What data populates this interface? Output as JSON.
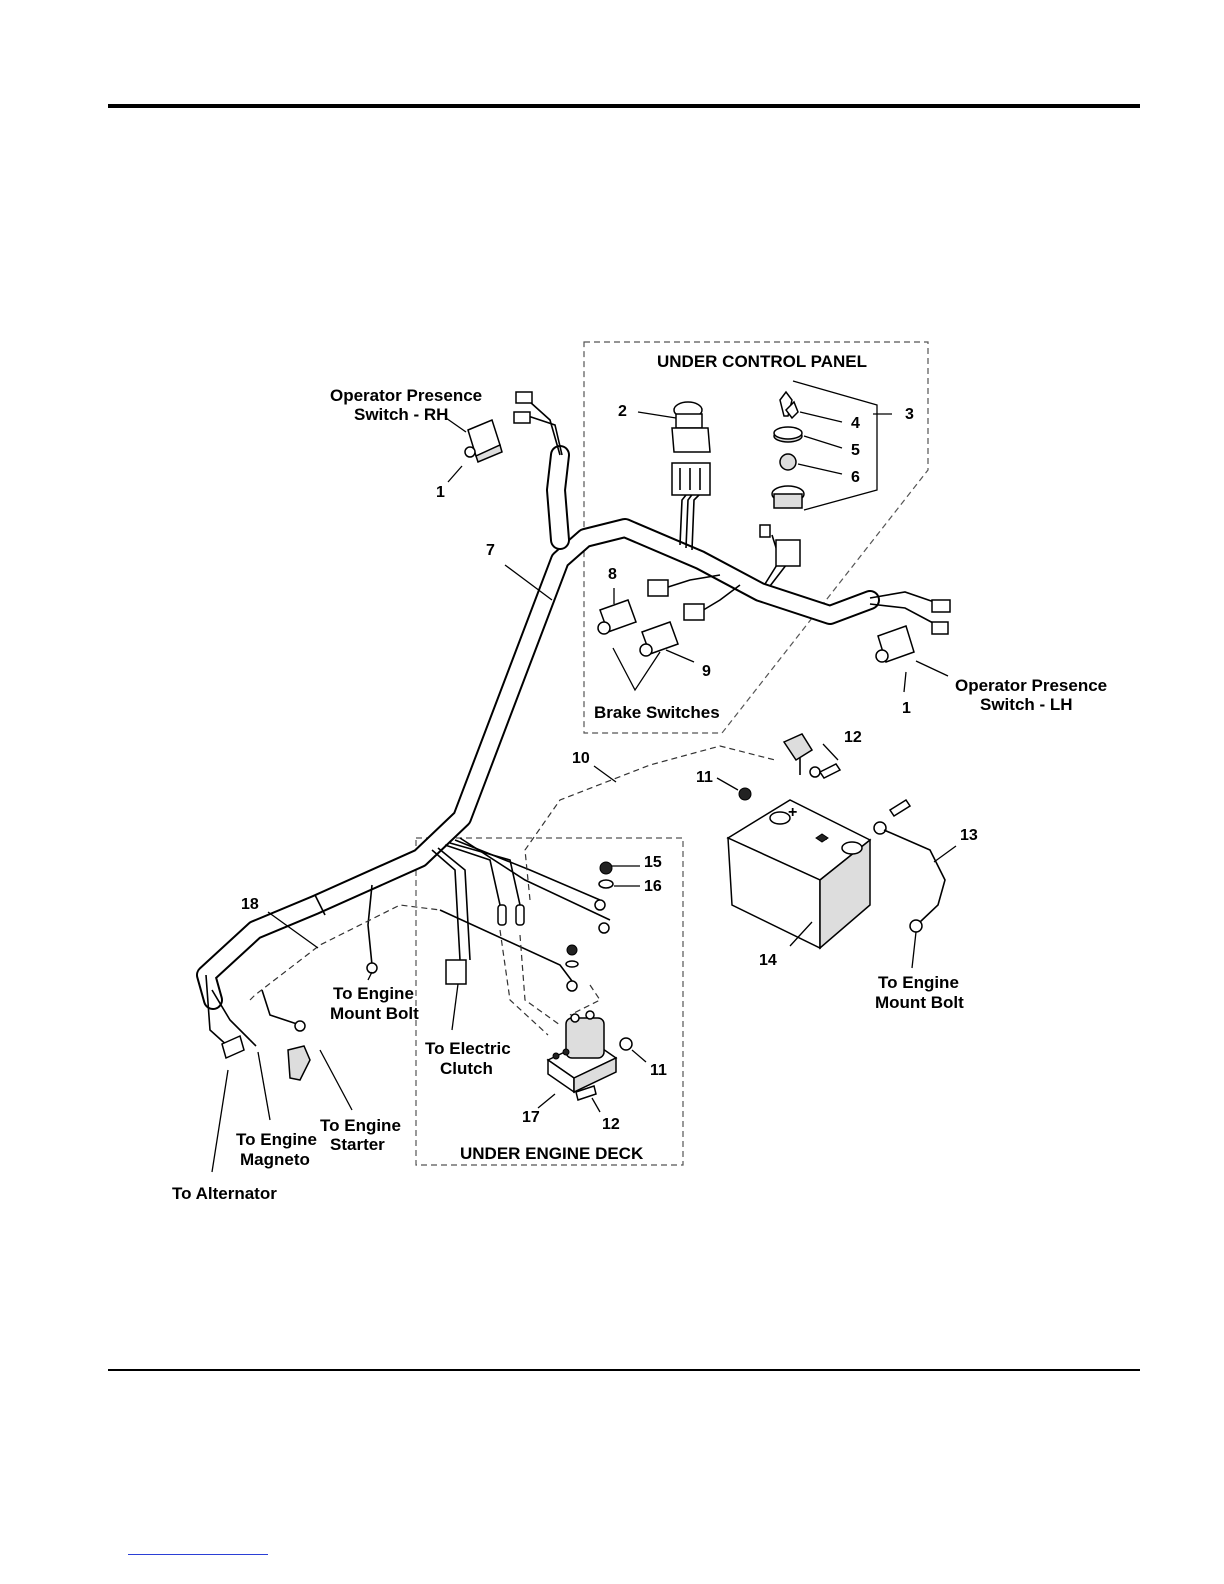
{
  "labels": {
    "under_control_panel": "UNDER CONTROL PANEL",
    "under_engine_deck": "UNDER ENGINE DECK",
    "op_rh_line1": "Operator Presence",
    "op_rh_line2": "Switch - RH",
    "op_lh_line1": "Operator Presence",
    "op_lh_line2": "Switch - LH",
    "brake_switches": "Brake Switches",
    "engine_mount_1_line1": "To Engine",
    "engine_mount_1_line2": "Mount Bolt",
    "engine_mount_2_line1": "To Engine",
    "engine_mount_2_line2": "Mount Bolt",
    "electric_clutch_line1": "To Electric",
    "electric_clutch_line2": "Clutch",
    "engine_magneto_line1": "To Engine",
    "engine_magneto_line2": "Magneto",
    "engine_starter_line1": "To Engine",
    "engine_starter_line2": "Starter",
    "alternator": "To Alternator"
  },
  "callouts": {
    "c1a": "1",
    "c1b": "1",
    "c2": "2",
    "c3": "3",
    "c4": "4",
    "c5": "5",
    "c6": "6",
    "c7": "7",
    "c8": "8",
    "c9": "9",
    "c10": "10",
    "c11a": "11",
    "c11b": "11",
    "c12a": "12",
    "c12b": "12",
    "c13": "13",
    "c14": "14",
    "c15": "15",
    "c16": "16",
    "c17": "17",
    "c18": "18"
  },
  "battery_terminals": {
    "positive": "+",
    "negative": "-"
  }
}
